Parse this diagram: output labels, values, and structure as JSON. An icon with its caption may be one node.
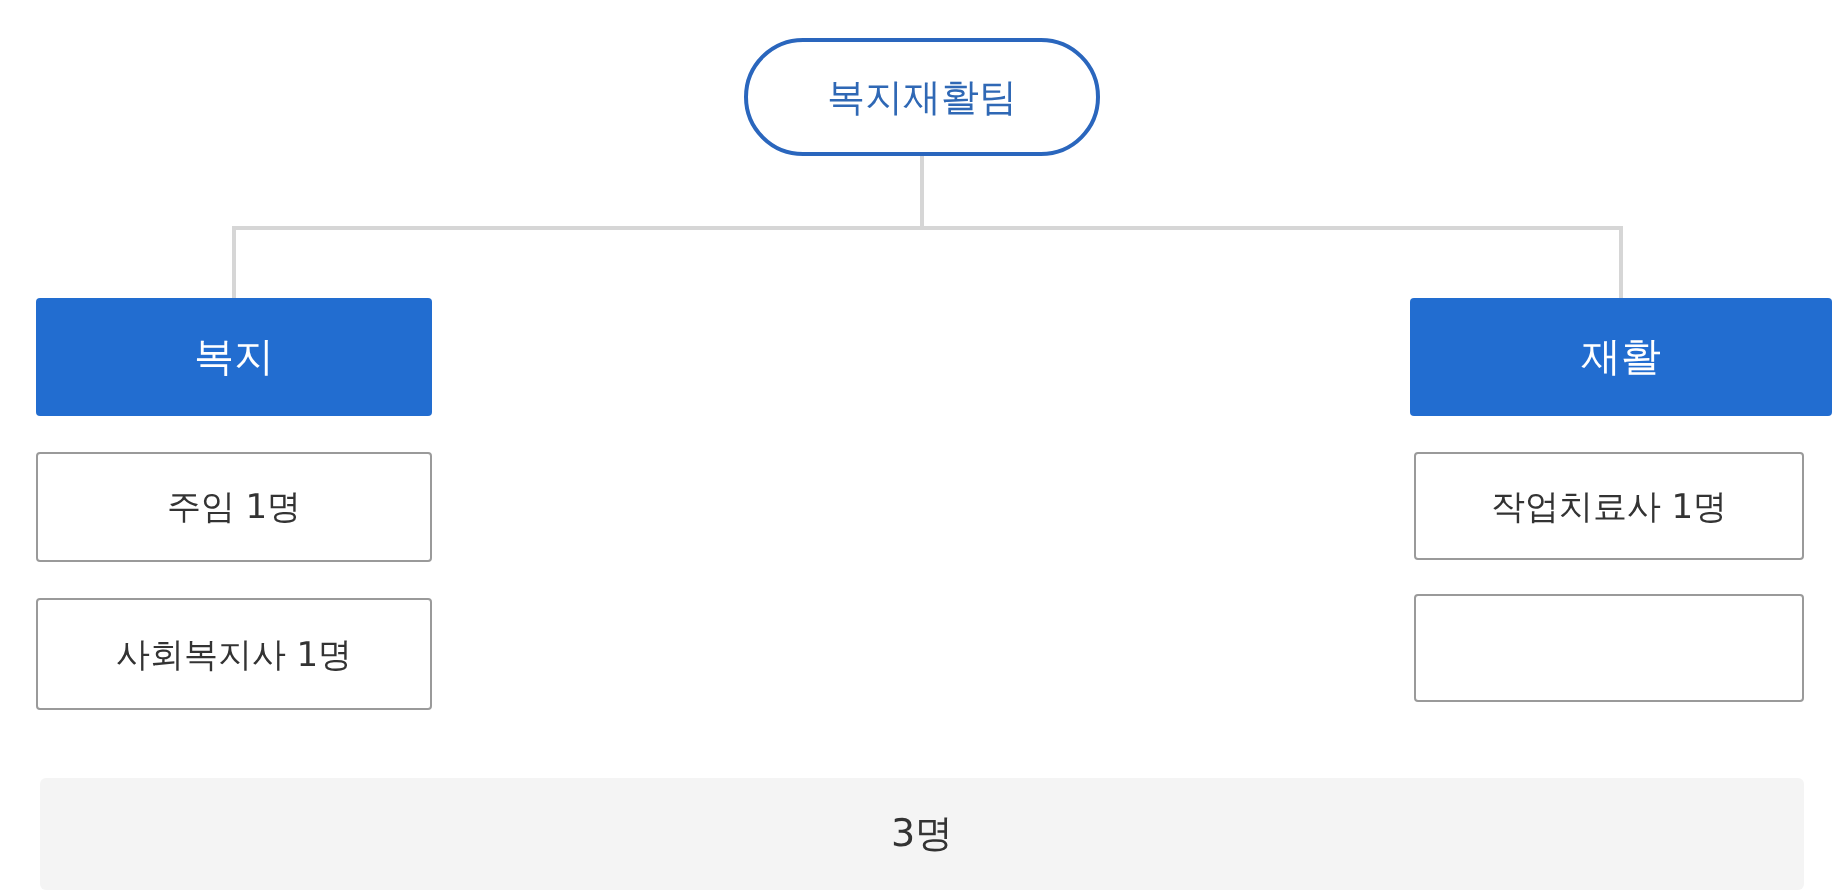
{
  "diagram": {
    "nodes": [
      {
        "text": [
          "복지재활팀"
        ]
      },
      {
        "text": [
          "복지"
        ]
      },
      {
        "text": [
          "재활"
        ]
      },
      {
        "text": [
          "주임 1명"
        ]
      },
      {
        "text": [
          "사회복지사 1명"
        ]
      },
      {
        "text": [
          "작업치료사 1명"
        ]
      },
      {
        "text": [],
        "shape": "box"
      },
      {
        "text": [
          "3명"
        ]
      }
    ],
    "edges": [
      {
        "from": 0,
        "to": 1,
        "arrow": "none"
      },
      {
        "from": 0,
        "to": 2,
        "arrow": "none"
      }
    ]
  }
}
